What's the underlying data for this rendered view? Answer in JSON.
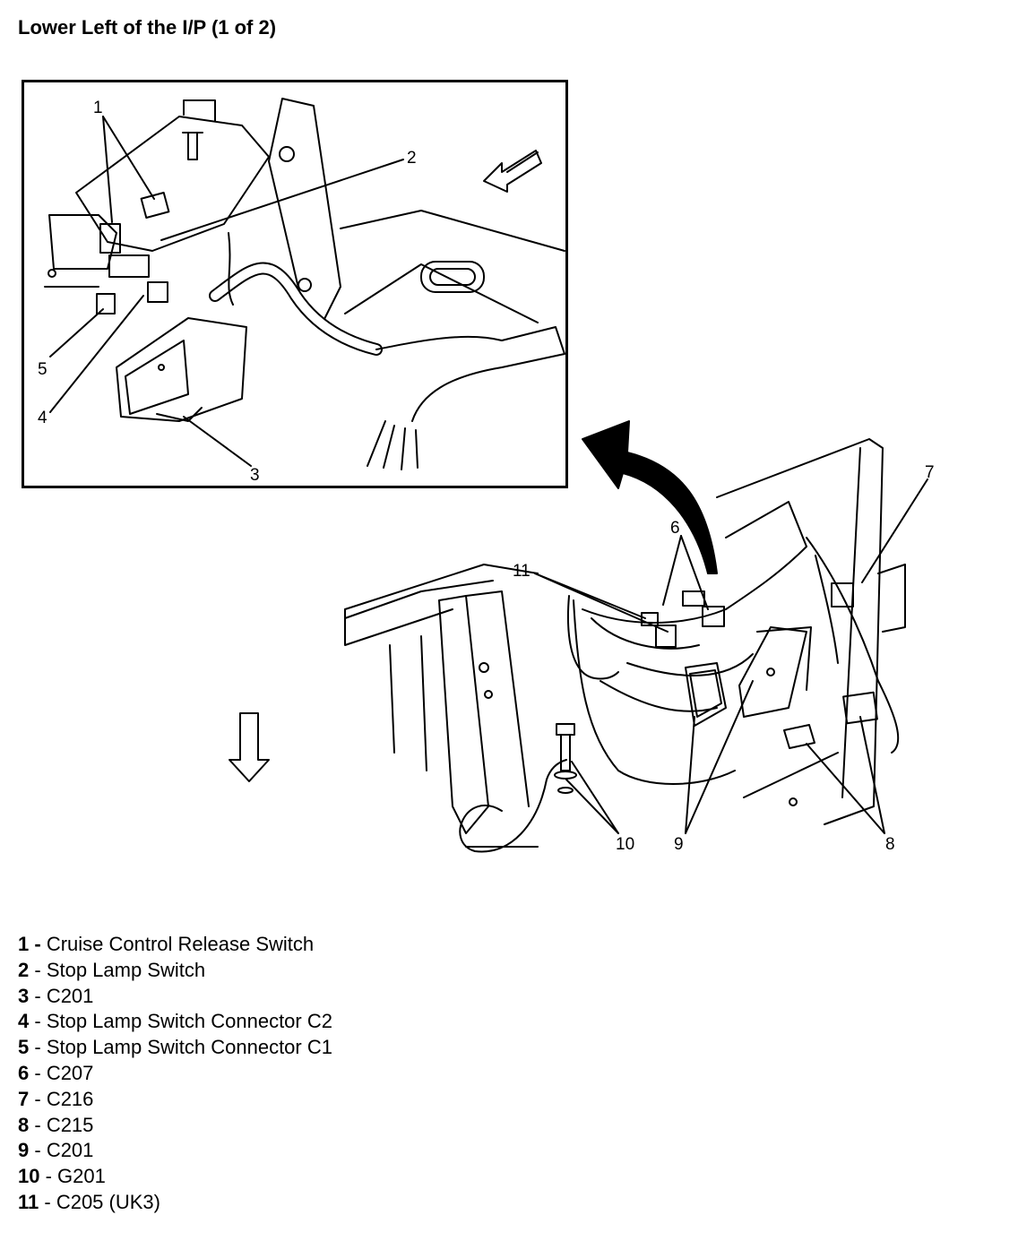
{
  "title": "Lower Left of the I/P (1 of 2)",
  "callouts": {
    "c1": "1",
    "c2": "2",
    "c3": "3",
    "c4": "4",
    "c5": "5",
    "c6": "6",
    "c7": "7",
    "c8": "8",
    "c9": "9",
    "c10": "10",
    "c11": "11"
  },
  "legend": [
    {
      "num": "1",
      "sep": " - ",
      "label": "Cruise Control Release Switch"
    },
    {
      "num": "2",
      "sep": " - ",
      "label": "Stop Lamp Switch"
    },
    {
      "num": "3",
      "sep": " - ",
      "label": "C201"
    },
    {
      "num": "4",
      "sep": " - ",
      "label": "Stop Lamp Switch Connector C2"
    },
    {
      "num": "5",
      "sep": " - ",
      "label": "Stop Lamp Switch Connector C1"
    },
    {
      "num": "6",
      "sep": " - ",
      "label": "C207"
    },
    {
      "num": "7",
      "sep": " - ",
      "label": "C216"
    },
    {
      "num": "8",
      "sep": " - ",
      "label": "C215"
    },
    {
      "num": "9",
      "sep": " - ",
      "label": "C201"
    },
    {
      "num": "10",
      "sep": " - ",
      "label": "G201"
    },
    {
      "num": "11",
      "sep": " - ",
      "label": "C205 (UK3)"
    }
  ]
}
